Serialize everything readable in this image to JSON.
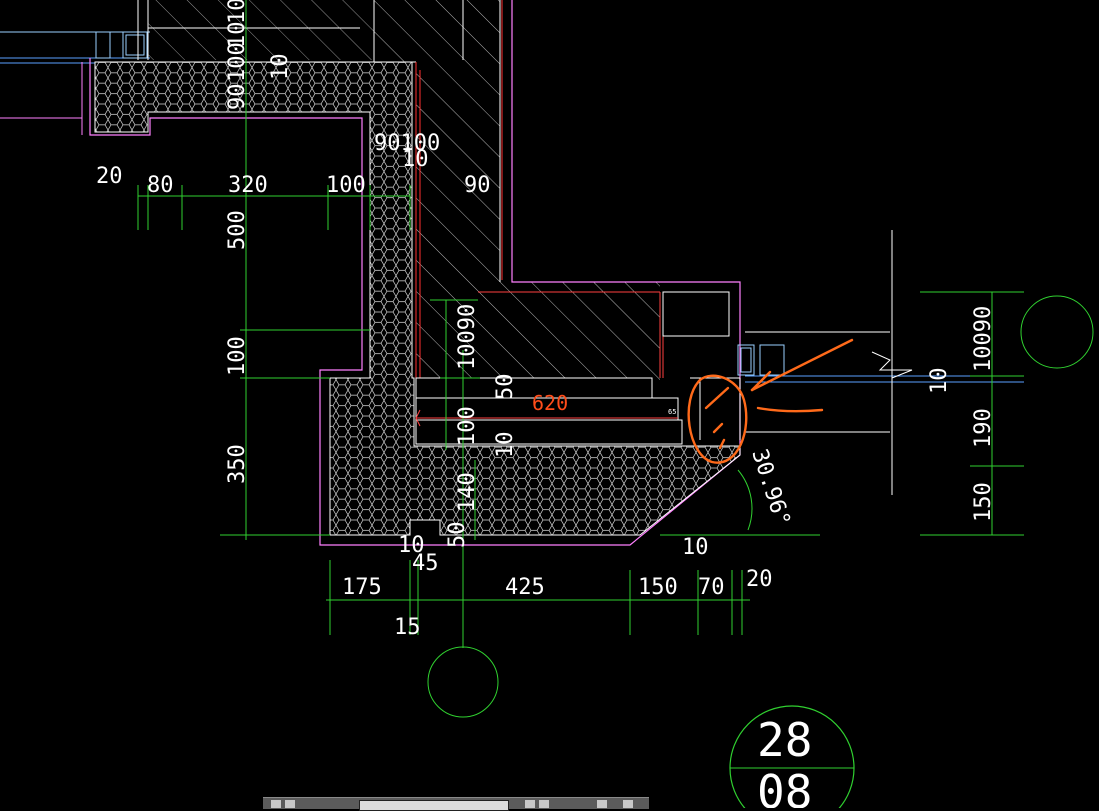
{
  "drawing": {
    "labels": {
      "top_vertical_a": "10",
      "top_vertical_b": "10",
      "top_vertical_c": "100",
      "top_vertical_d": "90",
      "top_vertical_e": "100",
      "top_vertical_f": "10",
      "left_20": "20",
      "h_80": "80",
      "h_320": "320",
      "h_100": "100",
      "h_90_100": "90100",
      "h_10_mid": "10",
      "h_90": "90",
      "v_500": "500",
      "v_100": "100",
      "v_350": "350",
      "v_10090": "10090",
      "v_50": "50",
      "red_620": "620",
      "v_100b": "100",
      "v_10b": "10",
      "v_140": "140",
      "v_50b": "50",
      "v_10c": "10",
      "h_45": "45",
      "h_10_bottom": "10",
      "h_20_right": "20",
      "angle": "30.96°",
      "b_175": "175",
      "b_425": "425",
      "b_150": "150",
      "b_70": "70",
      "b_15": "15",
      "r_10090": "10090",
      "r_10": "10",
      "r_190": "190",
      "r_150": "150",
      "tiny_label": "65",
      "sheet_number": "28",
      "sheet_index": "08"
    }
  }
}
